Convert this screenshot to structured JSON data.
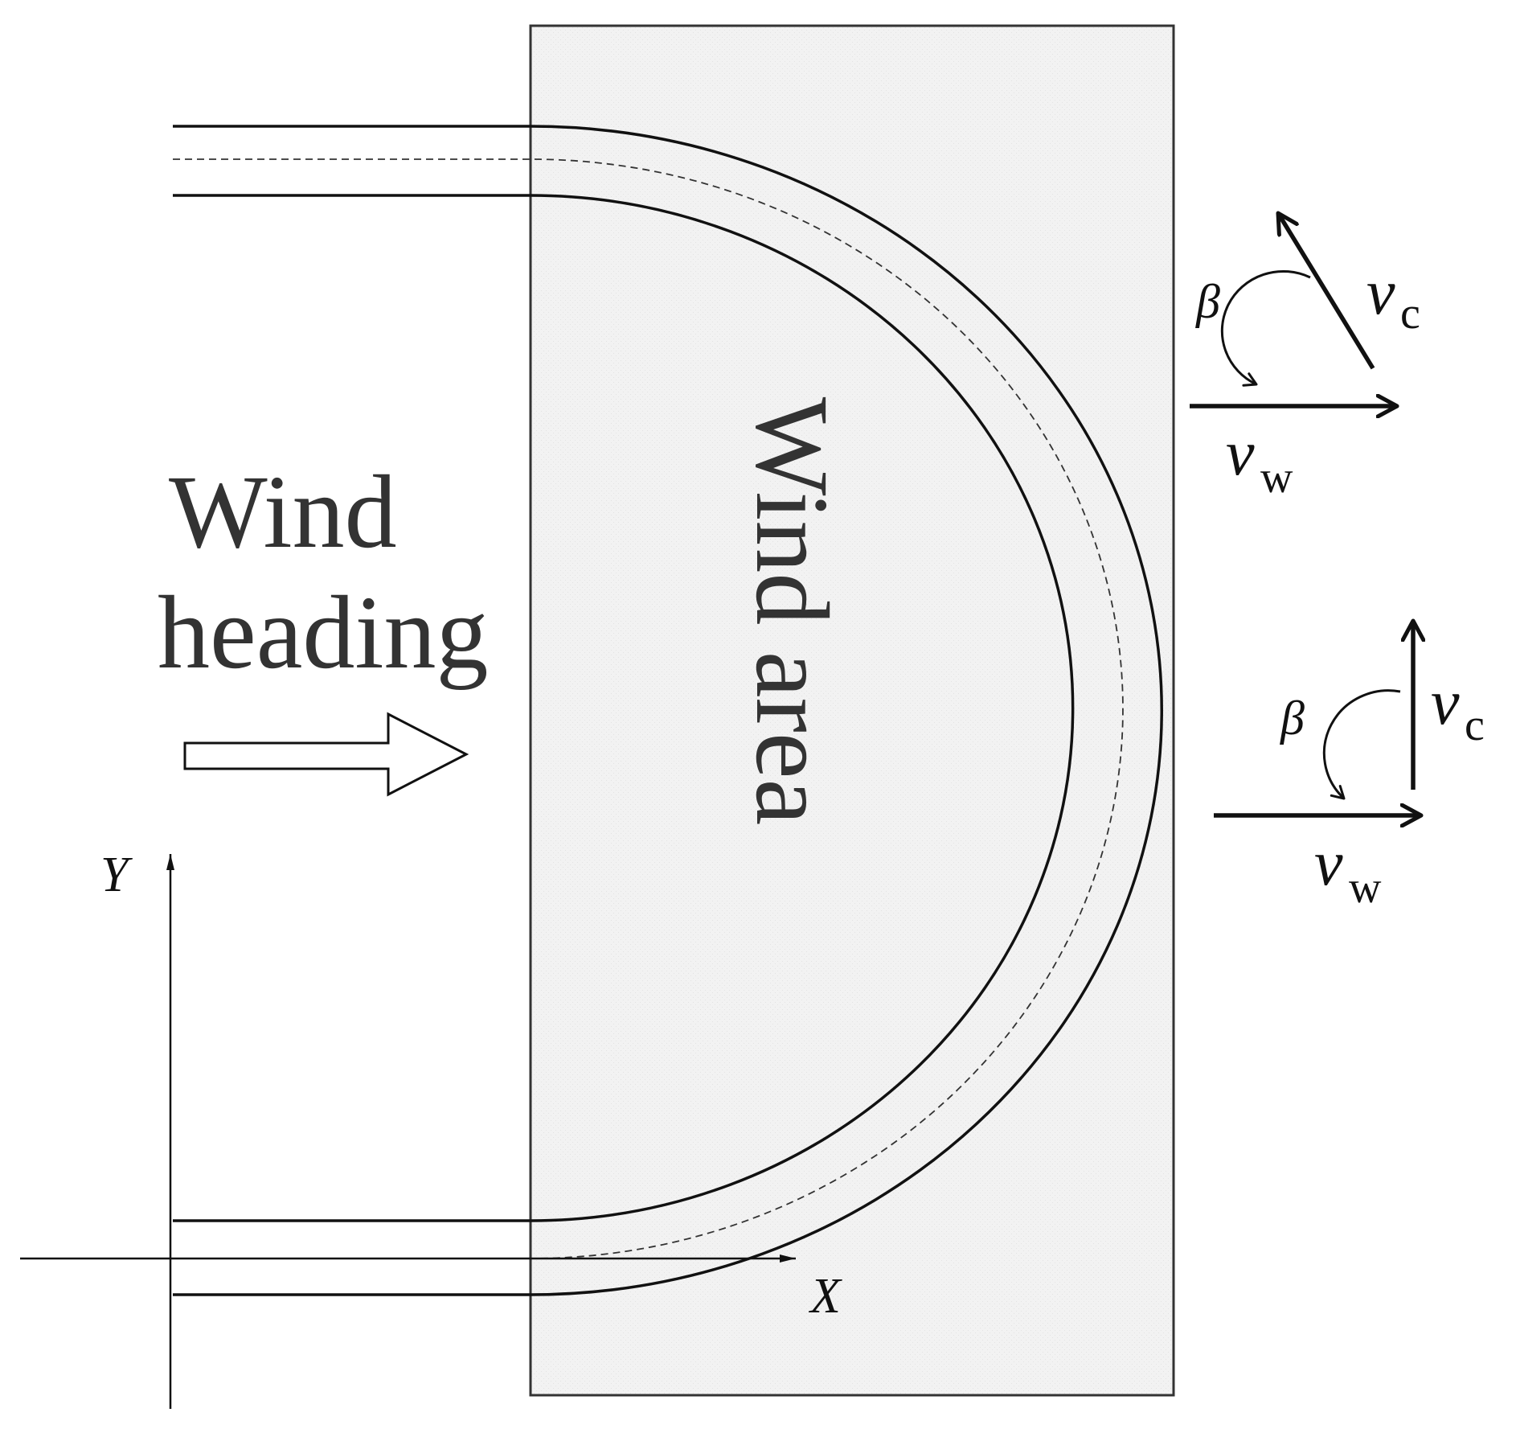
{
  "diagram": {
    "region_label": "Wind area",
    "wind_label_line1": "Wind",
    "wind_label_line2": "heading",
    "axis_y_label": "Y",
    "axis_x_label": "X",
    "colors": {
      "region_fill": "#f1f1f1",
      "region_stroke": "#333333",
      "line": "#111111",
      "text": "#333333"
    },
    "vector_diagram_upper": {
      "angle_symbol": "β",
      "current_symbol": "v",
      "current_subscript": "c",
      "wind_symbol": "v",
      "wind_subscript": "w"
    },
    "vector_diagram_lower": {
      "angle_symbol": "β",
      "current_symbol": "v",
      "current_subscript": "c",
      "wind_symbol": "v",
      "wind_subscript": "w"
    }
  }
}
